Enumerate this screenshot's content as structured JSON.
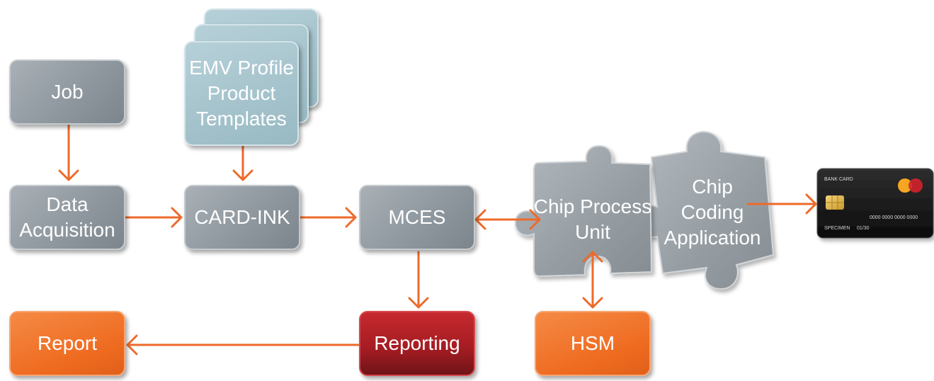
{
  "nodes": {
    "job": "Job",
    "data_acquisition": "Data\nAcquisition",
    "emv_profile": "EMV Profile\nProduct\nTemplates",
    "card_ink": "CARD-INK",
    "mces": "MCES",
    "chip_process_unit": "Chip Process\nUnit",
    "chip_coding_application": "Chip\nCoding\nApplication",
    "reporting": "Reporting",
    "report": "Report",
    "hsm": "HSM"
  },
  "card": {
    "bank_card": "BANK CARD",
    "number": "0000 0000 0000 0000",
    "specimen": "SPECIMEN",
    "expiry": "01/30"
  },
  "colors": {
    "arrow": "#ee6a2a",
    "gray_box": "#939ba2",
    "orange_box": "#ef6c22",
    "red_box": "#a31c22",
    "blue_box": "#a6c4cd"
  }
}
